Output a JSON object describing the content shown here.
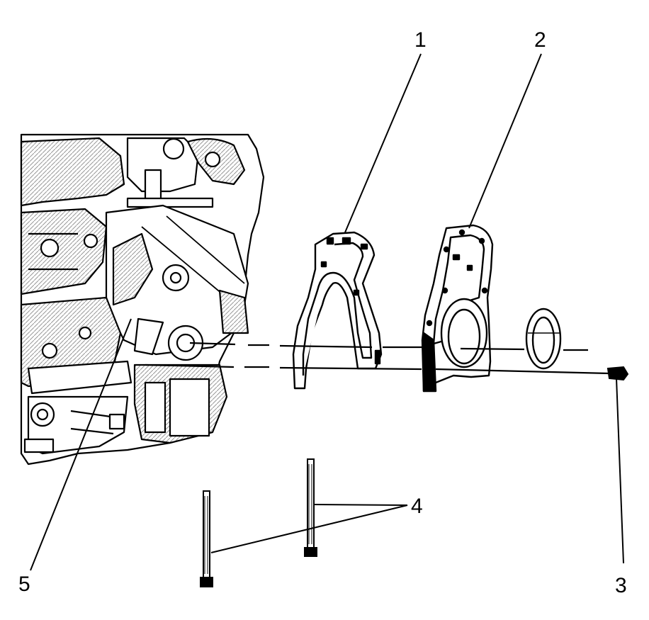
{
  "callouts": {
    "c1": "1",
    "c2": "2",
    "c3": "3",
    "c4": "4",
    "c5": "5"
  },
  "colors": {
    "ink": "#000000",
    "paper": "#ffffff",
    "shade": "#b8b8b8"
  }
}
